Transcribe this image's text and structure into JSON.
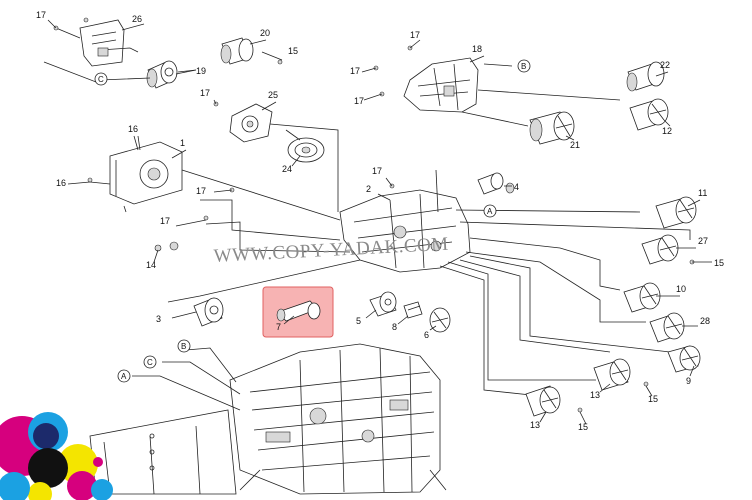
{
  "watermark": "WWW.COPY-YADAK.COM",
  "callouts": {
    "c_17a": "17",
    "c_26": "26",
    "c_20": "20",
    "c_15a": "15",
    "c_19": "19",
    "c_C1": "C",
    "c_17b": "17",
    "c_18": "18",
    "c_B1": "B",
    "c_17c": "17",
    "c_17d": "17",
    "c_22": "22",
    "c_12": "12",
    "c_21": "21",
    "c_17e": "17",
    "c_25": "25",
    "c_24": "24",
    "c_16a": "16",
    "c_1": "1",
    "c_16b": "16",
    "c_17f": "17",
    "c_2": "2",
    "c_4": "4",
    "c_A1": "A",
    "c_11": "11",
    "c_17g": "17",
    "c_14": "14",
    "c_27": "27",
    "c_15b": "15",
    "c_10": "10",
    "c_3": "3",
    "c_7": "7",
    "c_5": "5",
    "c_8": "8",
    "c_6": "6",
    "c_28": "28",
    "c_9": "9",
    "c_B2": "B",
    "c_C2": "C",
    "c_A2": "A",
    "c_13a": "13",
    "c_15c": "15",
    "c_13b": "13",
    "c_15d": "15"
  },
  "colors": {
    "highlight_fill": "#f7b3b3",
    "highlight_stroke": "#e06060",
    "logo_magenta": "#d6007e",
    "logo_cyan": "#1ba1e2",
    "logo_yellow": "#f4e500",
    "logo_navy": "#1c2a6b",
    "logo_black": "#111111"
  }
}
